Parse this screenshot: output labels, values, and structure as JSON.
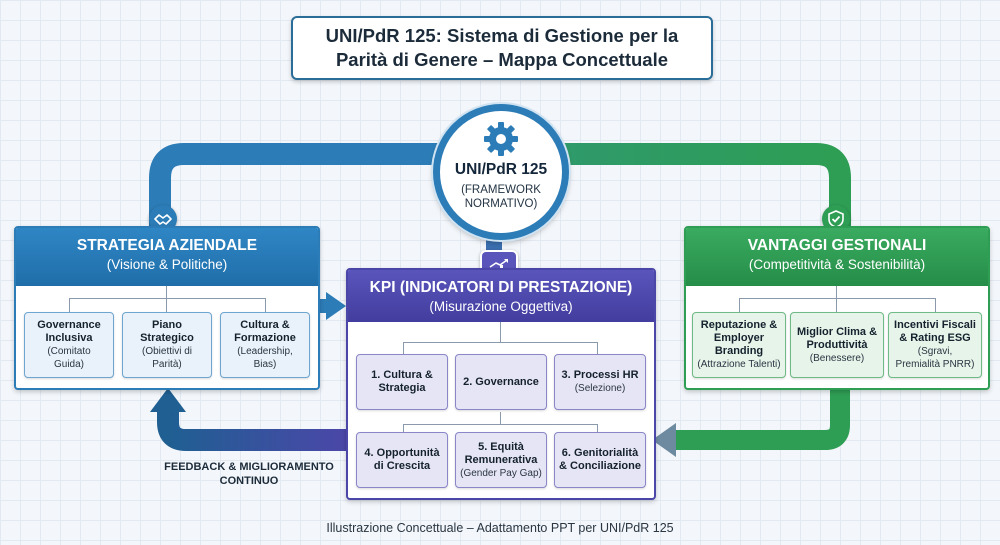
{
  "title": {
    "line1": "UNI/PdR 125: Sistema di Gestione per la",
    "line2": "Parità di Genere – Mappa Concettuale"
  },
  "center": {
    "title": "UNI/PdR 125",
    "sub1": "(FRAMEWORK",
    "sub2": "NORMATIVO)",
    "icon": "gear-icon"
  },
  "left_panel": {
    "title": "STRATEGIA AZIENDALE",
    "subtitle": "(Visione & Politiche)",
    "icon": "handshake-icon",
    "items": [
      {
        "b1": "Governance",
        "b2": "Inclusiva",
        "n1": "(Comitato",
        "n2": "Guida)",
        "n3": ""
      },
      {
        "b1": "Piano",
        "b2": "Strategico",
        "n1": "(Obiettivi di",
        "n2": "Parità)",
        "n3": ""
      },
      {
        "b1": "Cultura &",
        "b2": "Formazione",
        "n1": "(Leadership,",
        "n2": "Bias)",
        "n3": ""
      }
    ]
  },
  "mid_panel": {
    "title": "KPI (INDICATORI DI PRESTAZIONE)",
    "subtitle": "(Misurazione Oggettiva)",
    "icon": "chart-icon",
    "items": [
      {
        "b1": "1. Cultura &",
        "b2": "Strategia",
        "n1": ""
      },
      {
        "b1": "2. Governance",
        "b2": "",
        "n1": ""
      },
      {
        "b1": "3. Processi HR",
        "b2": "",
        "n1": "(Selezione)"
      },
      {
        "b1": "4. Opportunità",
        "b2": "di Crescita",
        "n1": ""
      },
      {
        "b1": "5. Equità",
        "b2": "Remunerativa",
        "n1": "(Gender Pay Gap)"
      },
      {
        "b1": "6. Genitorialità",
        "b2": "& Conciliazione",
        "n1": ""
      }
    ]
  },
  "right_panel": {
    "title": "VANTAGGI GESTIONALI",
    "subtitle": "(Competitività & Sostenibilità)",
    "icon": "shield-check-icon",
    "items": [
      {
        "b1": "Reputazione &",
        "b2": "Employer",
        "b3": "Branding",
        "n1": "(Attrazione Talenti)",
        "n2": ""
      },
      {
        "b1": "Miglior Clima &",
        "b2": "Produttività",
        "b3": "",
        "n1": "(Benessere)",
        "n2": ""
      },
      {
        "b1": "Incentivi Fiscali",
        "b2": "& Rating ESG",
        "b3": "",
        "n1": "(Sgravi,",
        "n2": "Premialità PNRR)"
      }
    ]
  },
  "feedback": {
    "line1": "FEEDBACK & MIGLIORAMENTO",
    "line2": "CONTINUO"
  },
  "caption": "Illustrazione Concettuale – Adattamento PPT per UNI/PdR 125",
  "colors": {
    "blue": "#2c7cb7",
    "purple": "#4b47a8",
    "green": "#2e9e54",
    "dark_blue": "#1f5f92"
  }
}
